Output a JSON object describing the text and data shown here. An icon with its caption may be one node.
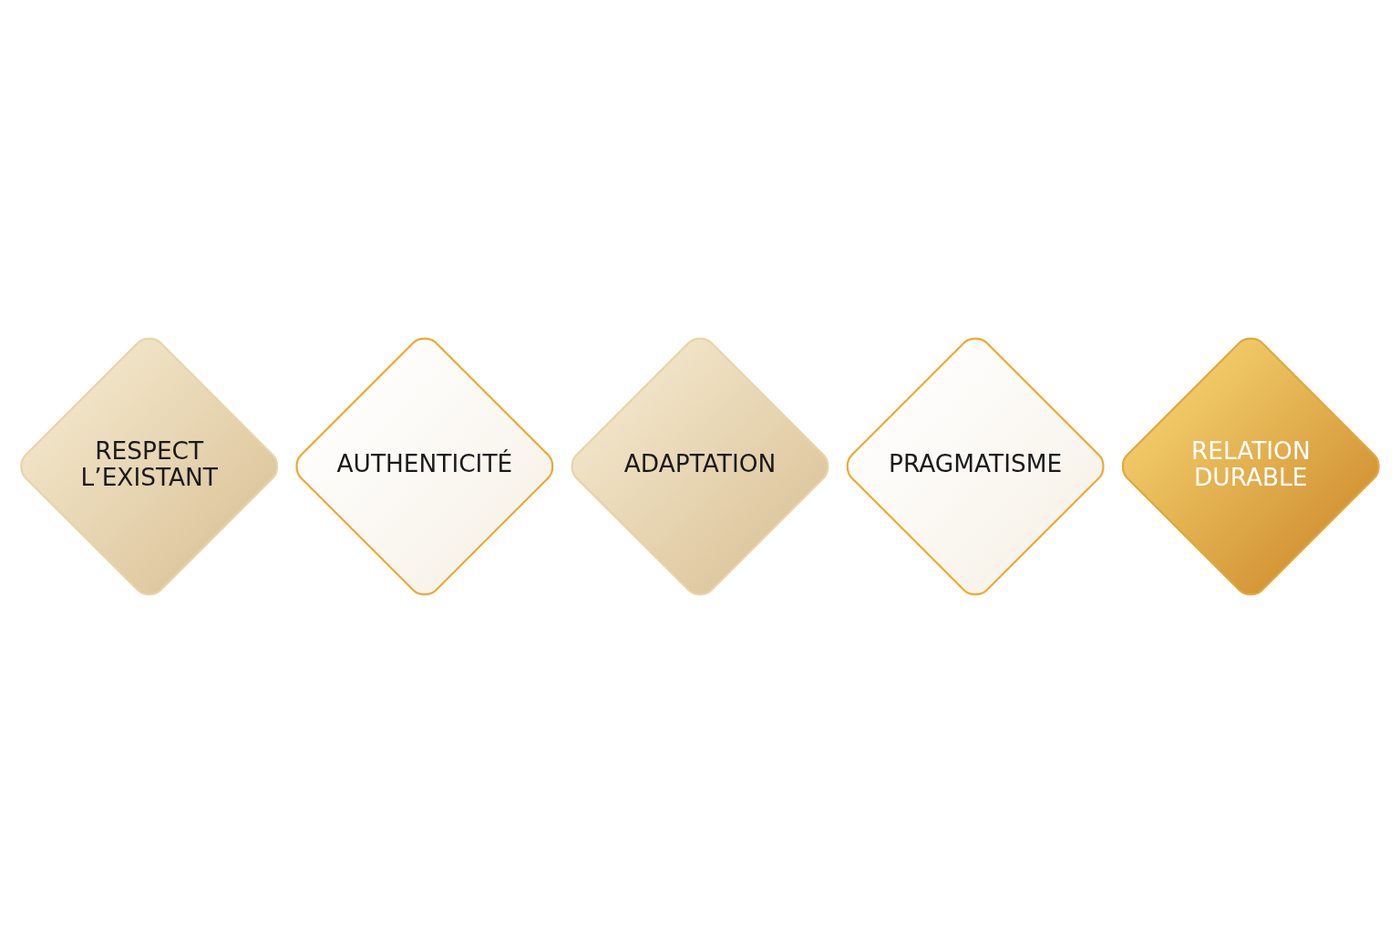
{
  "diagram": {
    "nodes": [
      {
        "text": [
          "RESPECT L’EXISTANT"
        ]
      },
      {
        "text": [
          "AUTHENTICITÉ"
        ]
      },
      {
        "text": [
          "ADAPTATION"
        ]
      },
      {
        "text": [
          "PRAGMATISME"
        ]
      },
      {
        "text": [
          "RELATION DURABLE"
        ]
      }
    ],
    "edges": []
  }
}
